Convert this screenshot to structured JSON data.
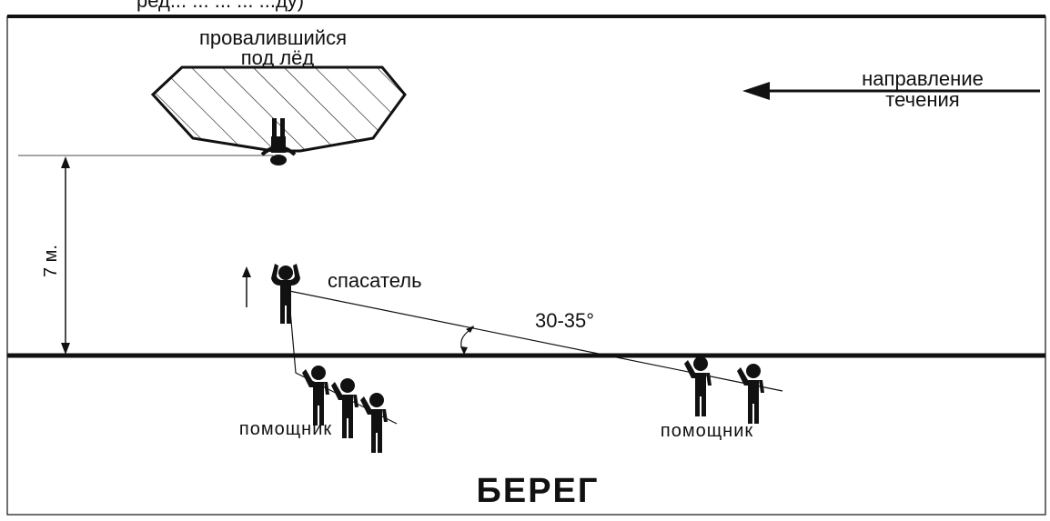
{
  "header_fragment": "ред... ... ... ... ...ду)",
  "labels": {
    "victim_line1": "провалившийся",
    "victim_line2": "под лёд",
    "current_line1": "направление",
    "current_line2": "течения",
    "distance": "7 м.",
    "rescuer": "спасатель",
    "angle": "30-35°",
    "helper_left": "помощник",
    "helper_right": "помощник",
    "shore": "БЕРЕГ"
  },
  "colors": {
    "ink": "#111111",
    "background": "#ffffff"
  },
  "icons": [
    "person-icon",
    "arrow-left-icon",
    "arrow-up-icon",
    "double-arrow-icon",
    "angle-arc-icon"
  ]
}
